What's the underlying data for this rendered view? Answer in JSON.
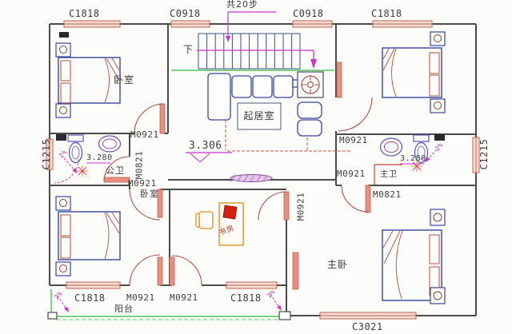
{
  "windows": {
    "c1818": "C1818",
    "c0918": "C0918",
    "c1215": "C1215",
    "c3021": "C3021"
  },
  "doors": {
    "m0921": "M0921",
    "m0821": "M0821"
  },
  "rooms": {
    "bedroom": "卧室",
    "living_room": "起居室",
    "public_bath": "公卫",
    "master_bath": "主卫",
    "master_bedroom": "主卧",
    "study": "书房",
    "balcony": "阳台"
  },
  "annotations": {
    "stair_count": "共20步",
    "stair_direction": "下",
    "elevation_living": "3.306",
    "elevation_bath": "3.280",
    "slope": "2%"
  },
  "colors": {
    "wall": "#4a4a4a",
    "window": "#c0614f",
    "furniture_blue": "#3846a0",
    "door_red": "#b05040",
    "annotation_magenta": "#cf2fcf",
    "balcony_green": "#55c555",
    "desk_orange": "#e09020"
  }
}
